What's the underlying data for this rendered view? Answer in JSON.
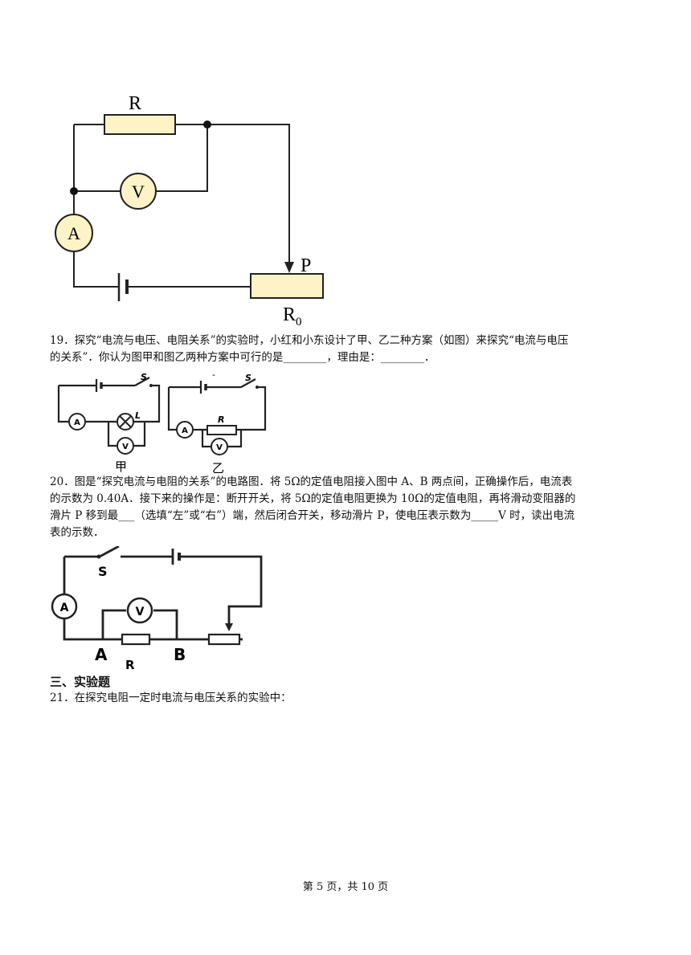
{
  "figure1": {
    "label_R": "R",
    "label_V": "V",
    "label_A": "A",
    "label_P": "P",
    "label_R0_main": "R",
    "label_R0_sub": "0"
  },
  "q19": {
    "line1": "19．探究“电流与电压、电阻关系”的实验时，小红和小东设计了甲、乙二种方案（如图）来探究“电流与电压",
    "line2": "的关系”．你认为图甲和图乙两种方案中可行的是________，理由是：________．"
  },
  "figure2": {
    "jia": {
      "label_S": "S",
      "label_L": "L",
      "label_A": "A",
      "label_V": "V",
      "caption": "甲"
    },
    "yi": {
      "label_S": "S",
      "label_R": "R",
      "label_A": "A",
      "label_V": "V",
      "caption": "乙",
      "top_mark": "-"
    }
  },
  "q20": {
    "line1": "20．图是“探究电流与电阻的关系”的电路图．将 5Ω的定值电阻接入图中 A、B 两点间，正确操作后，电流表",
    "line2": "的示数为 0.40A．接下来的操作是：断开开关，将 5Ω的定值电阻更换为 10Ω的定值电阻，再将滑动变阻器的",
    "line3": "滑片 P 移到最___（选填“左”或“右”）端，然后闭合开关，移动滑片 P，使电压表示数为_____V 时，读出电流",
    "line4": "表的示数．"
  },
  "figure3": {
    "label_S": "S",
    "label_A_meter": "A",
    "label_V": "V",
    "label_A_point": "A",
    "label_B_point": "B",
    "label_R": "R"
  },
  "section3": {
    "title": "三、实验题"
  },
  "q21": {
    "text": "21．在探究电阻一定时电流与电压关系的实验中："
  },
  "footer": {
    "text": "第 5 页，共 10 页"
  }
}
